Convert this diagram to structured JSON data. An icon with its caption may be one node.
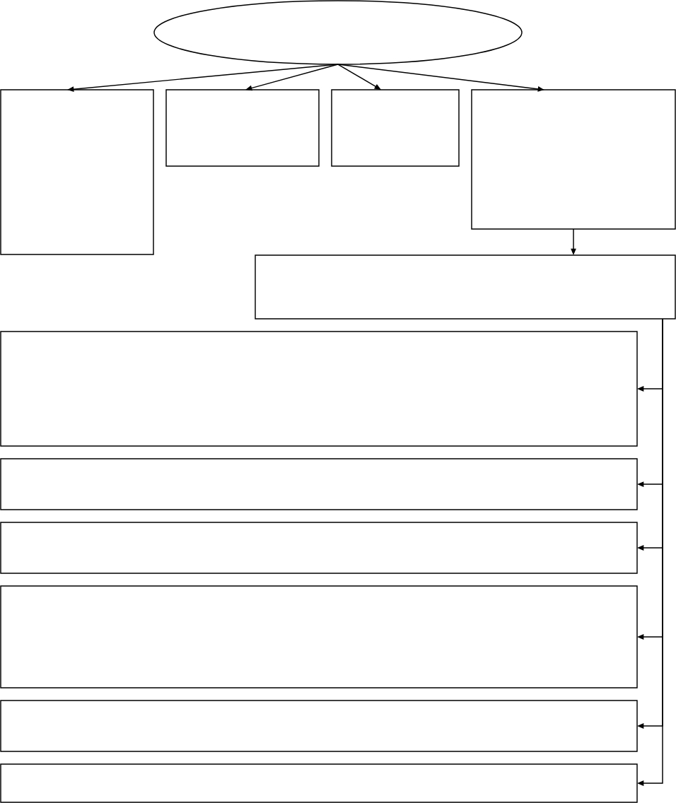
{
  "diagram": {
    "nodes": [
      {
        "text": [],
        "shape": "ellipse"
      },
      {
        "text": [],
        "shape": "box"
      },
      {
        "text": [],
        "shape": "box"
      },
      {
        "text": [],
        "shape": "box"
      },
      {
        "text": [],
        "shape": "box"
      },
      {
        "text": [],
        "shape": "box"
      },
      {
        "text": [],
        "shape": "box"
      },
      {
        "text": [],
        "shape": "box"
      },
      {
        "text": [],
        "shape": "box"
      },
      {
        "text": [],
        "shape": "box"
      },
      {
        "text": [],
        "shape": "box"
      },
      {
        "text": [],
        "shape": "box"
      }
    ],
    "edges": [
      {
        "from": 0,
        "to": 1,
        "arrow": "to"
      },
      {
        "from": 0,
        "to": 2,
        "arrow": "to"
      },
      {
        "from": 0,
        "to": 3,
        "arrow": "to"
      },
      {
        "from": 0,
        "to": 4,
        "arrow": "to"
      },
      {
        "from": 4,
        "to": 5,
        "arrow": "to"
      },
      {
        "from": 5,
        "to": 6,
        "arrow": "to"
      },
      {
        "from": 5,
        "to": 7,
        "arrow": "to"
      },
      {
        "from": 5,
        "to": 8,
        "arrow": "to"
      },
      {
        "from": 5,
        "to": 9,
        "arrow": "to"
      },
      {
        "from": 5,
        "to": 10,
        "arrow": "to"
      },
      {
        "from": 5,
        "to": 11,
        "arrow": "to"
      }
    ]
  }
}
